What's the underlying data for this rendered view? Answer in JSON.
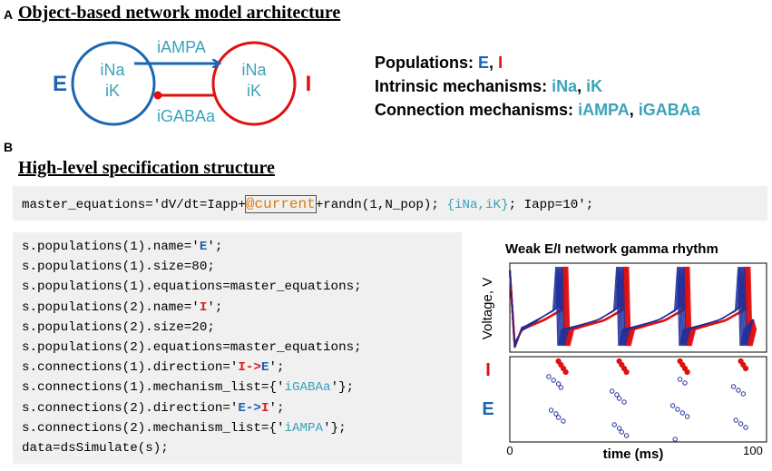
{
  "panel_a": {
    "letter": "A",
    "title": "Object-based network model architecture",
    "e_label": "E",
    "i_label": "I",
    "e_node": {
      "line1": "iNa",
      "line2": "iK"
    },
    "i_node": {
      "line1": "iNa",
      "line2": "iK"
    },
    "excitatory_connection": "iAMPA",
    "inhibitory_connection": "iGABAa",
    "legend": {
      "populations_label": "Populations:",
      "populations_e": "E",
      "populations_sep": ",",
      "populations_i": "I",
      "intrinsic_label": "Intrinsic mechanisms:",
      "intrinsic_na": "iNa",
      "intrinsic_sep": ",",
      "intrinsic_k": "iK",
      "connection_label": "Connection mechanisms:",
      "connection_ampa": "iAMPA",
      "connection_sep": ",",
      "connection_gaba": "iGABAa"
    },
    "colors": {
      "e": "#1b66b3",
      "i": "#e01010",
      "mechanism": "#3ba3b8"
    }
  },
  "panel_b": {
    "letter": "B",
    "title": "High-level specification structure",
    "master_eq": {
      "pre": "master_equations='dV/dt=Iapp+",
      "current": "@current",
      "mid": "+randn(1,N_pop); ",
      "mechs": "{iNa,iK}",
      "post": "; Iapp=10';"
    },
    "code": [
      {
        "pre": "s.populations(1).name='",
        "tok": "E",
        "post": "';",
        "cls": "blue"
      },
      {
        "pre": "s.populations(1).size=80;",
        "tok": "",
        "post": "",
        "cls": ""
      },
      {
        "pre": "s.populations(1).equations=master_equations;",
        "tok": "",
        "post": "",
        "cls": ""
      },
      {
        "pre": "s.populations(2).name='",
        "tok": "I",
        "post": "';",
        "cls": "red"
      },
      {
        "pre": "s.populations(2).size=20;",
        "tok": "",
        "post": "",
        "cls": ""
      },
      {
        "pre": "s.populations(2).equations=master_equations;",
        "tok": "",
        "post": "",
        "cls": ""
      },
      {
        "pre": "s.connections(1).direction='",
        "tok": "I->E",
        "post": "';",
        "cls": "mixed-ie"
      },
      {
        "pre": "s.connections(1).mechanism_list={'",
        "tok": "iGABAa",
        "post": "'};",
        "cls": "teal"
      },
      {
        "pre": "s.connections(2).direction='",
        "tok": "E->I",
        "post": "';",
        "cls": "mixed-ei"
      },
      {
        "pre": "s.connections(2).mechanism_list={'",
        "tok": "iAMPA",
        "post": "'};",
        "cls": "teal"
      },
      {
        "pre": "data=dsSimulate(s);",
        "tok": "",
        "post": "",
        "cls": ""
      }
    ],
    "plot": {
      "title": "Weak E/I network gamma rhythm",
      "ylabel_top": "Voltage, V",
      "raster_i": "I",
      "raster_e": "E",
      "xlabel": "time (ms)",
      "x_tick_start": "0",
      "x_tick_end": "100"
    }
  },
  "chart_data": {
    "type": "scatter",
    "title": "Weak E/I network gamma rhythm",
    "xlabel": "time (ms)",
    "ylabel": "Voltage, V",
    "xlim": [
      0,
      100
    ],
    "burst_times_ms": [
      22,
      47,
      72,
      97
    ],
    "series": [
      {
        "name": "I",
        "color": "#e01010",
        "spike_times_ms": [
          20,
          21,
          22,
          23,
          45,
          46,
          47,
          48,
          70,
          71,
          72,
          73,
          95,
          96,
          97
        ]
      },
      {
        "name": "E",
        "color": "#1f2f9a",
        "spike_times_ms": [
          16,
          17,
          18,
          19,
          20,
          20,
          21,
          22,
          42,
          43,
          44,
          45,
          45,
          46,
          47,
          48,
          67,
          68,
          69,
          70,
          71,
          72,
          73,
          92,
          93,
          94,
          95,
          96,
          97
        ]
      }
    ]
  }
}
